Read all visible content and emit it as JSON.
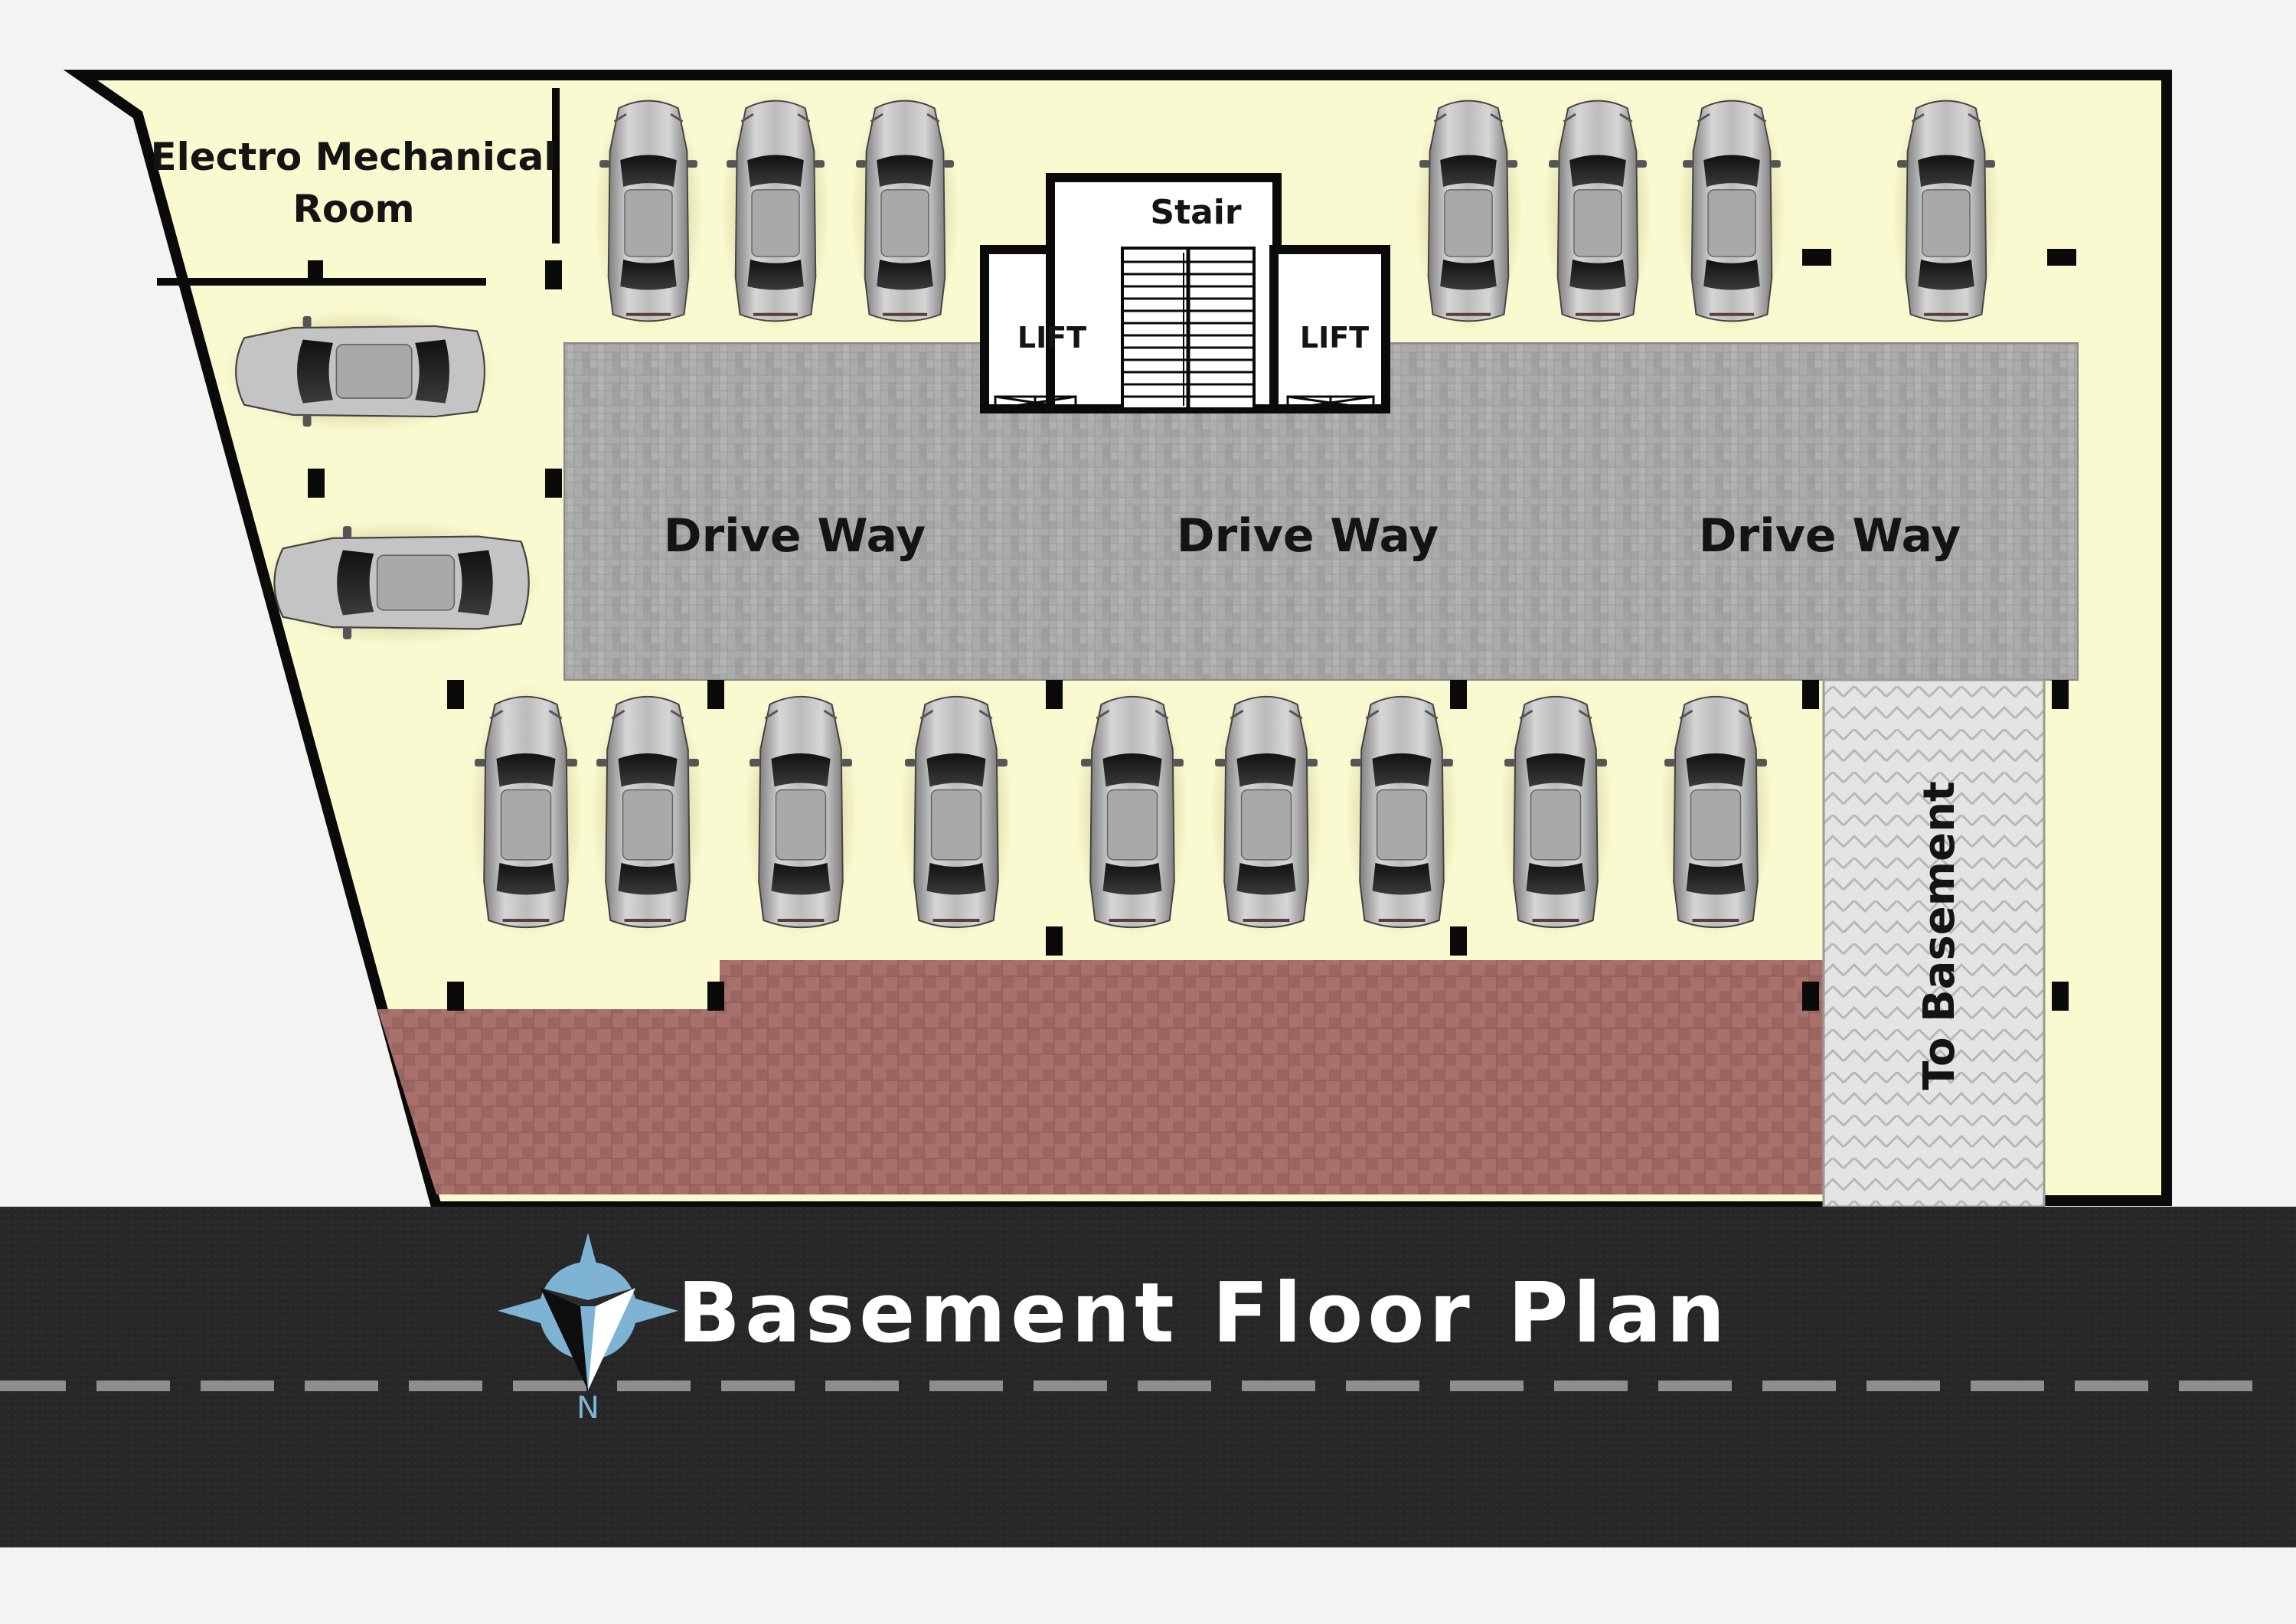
{
  "title": "Basement Floor Plan",
  "rooms": {
    "electro_mechanical_line1": "Electro Mechanical",
    "electro_mechanical_line2": "Room",
    "stair": "Stair",
    "lift_left": "LIFT",
    "lift_right": "LIFT"
  },
  "driveway_labels": [
    "Drive Way",
    "Drive Way",
    "Drive Way"
  ],
  "ramp_label": "To Basement",
  "compass_letter": "N",
  "parking": {
    "top_row_count": 7,
    "left_side_count": 2,
    "bottom_row_count": 9
  },
  "colors": {
    "floor": "#fafad0",
    "wall": "#0a0a0a",
    "driveway": "#a9a9a9",
    "brick_paving": "#a6706a",
    "ramp": "#e2e2e0",
    "road": "#262626",
    "road_marking": "#8c8c8c",
    "compass": "#7fb3d3",
    "car_body": "#b8b8b8"
  },
  "icons": {
    "car": "car-top-view-icon",
    "compass": "north-compass-icon",
    "stair": "staircase-icon"
  }
}
